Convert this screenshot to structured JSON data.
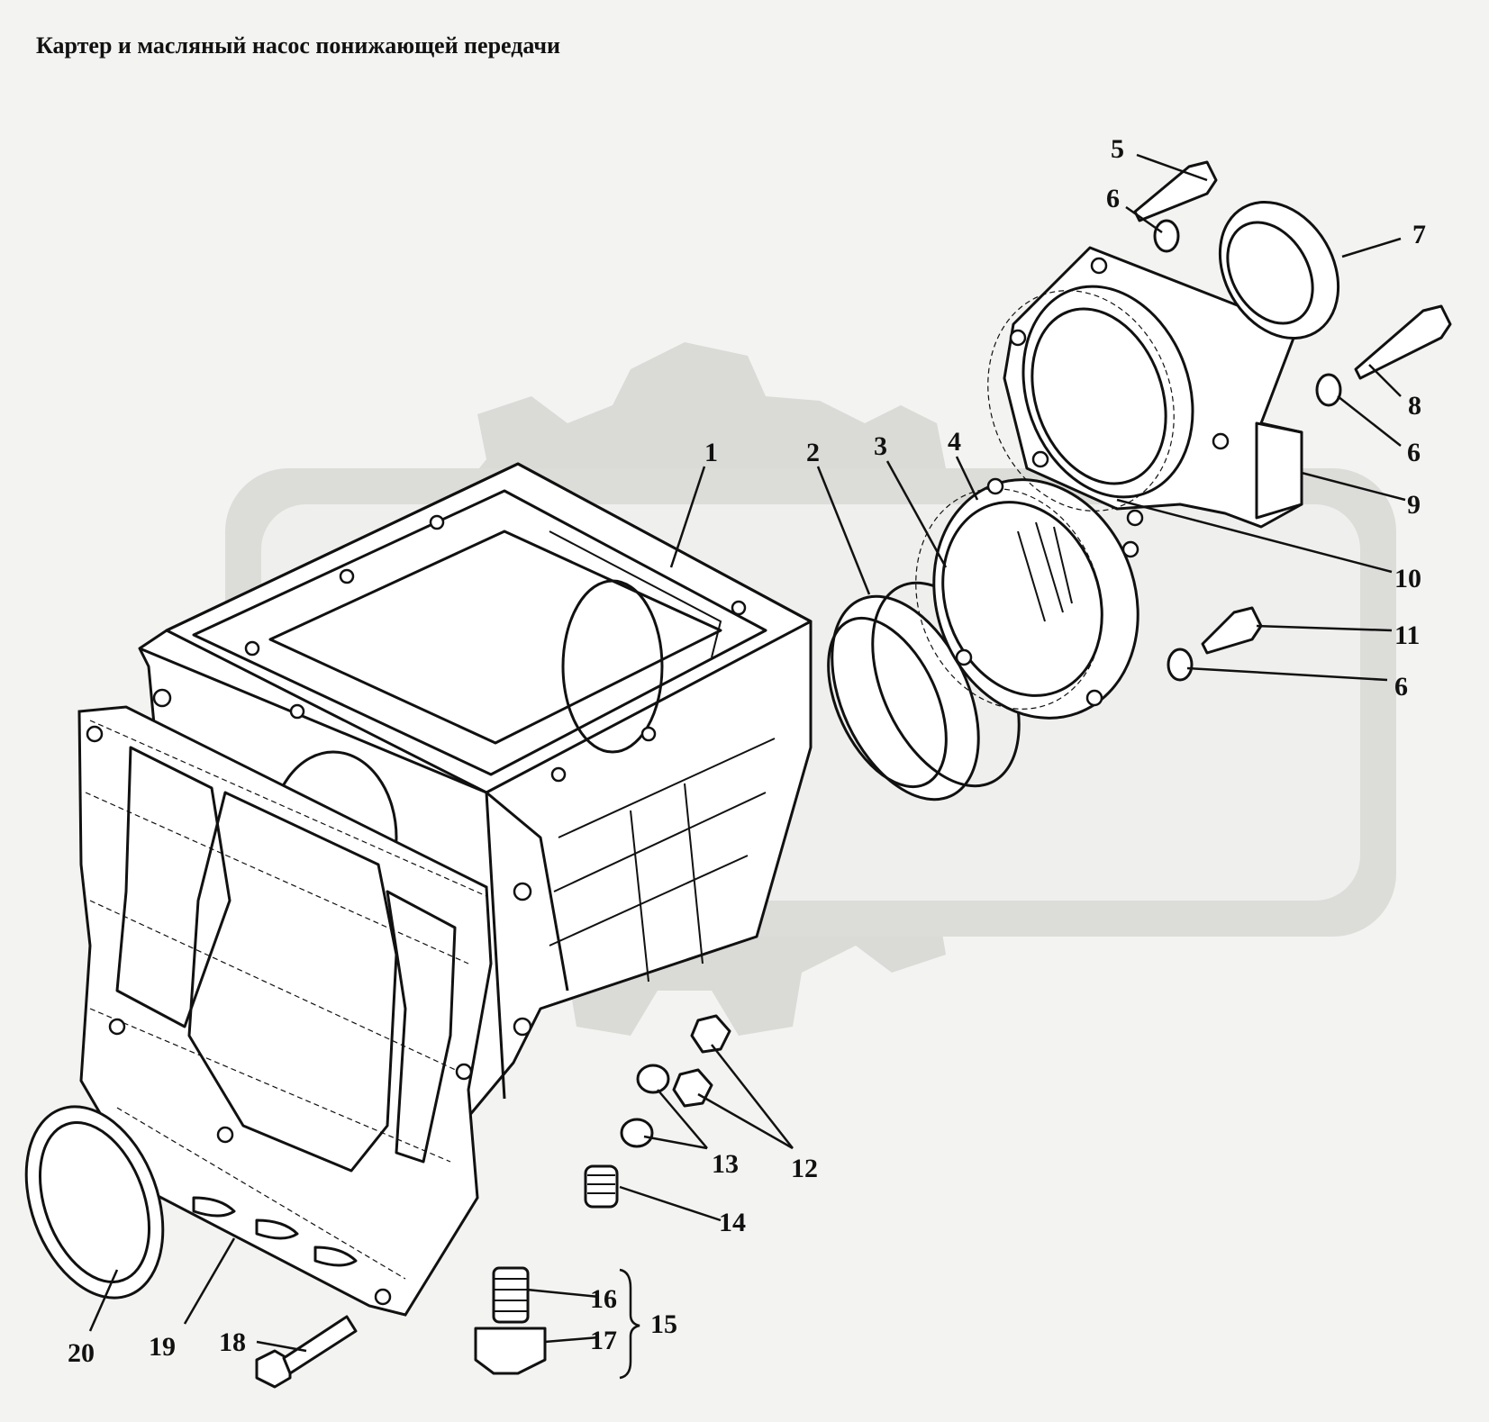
{
  "title": "Картер и масляный насос понижающей передачи",
  "callouts": [
    {
      "id": "1",
      "label": "1"
    },
    {
      "id": "2",
      "label": "2"
    },
    {
      "id": "3",
      "label": "3"
    },
    {
      "id": "4",
      "label": "4"
    },
    {
      "id": "5",
      "label": "5"
    },
    {
      "id": "6a",
      "label": "6"
    },
    {
      "id": "7",
      "label": "7"
    },
    {
      "id": "8",
      "label": "8"
    },
    {
      "id": "6b",
      "label": "6"
    },
    {
      "id": "9",
      "label": "9"
    },
    {
      "id": "10",
      "label": "10"
    },
    {
      "id": "11",
      "label": "11"
    },
    {
      "id": "6c",
      "label": "6"
    },
    {
      "id": "13",
      "label": "13"
    },
    {
      "id": "12",
      "label": "12"
    },
    {
      "id": "14",
      "label": "14"
    },
    {
      "id": "16",
      "label": "16"
    },
    {
      "id": "15",
      "label": "15"
    },
    {
      "id": "17",
      "label": "17"
    },
    {
      "id": "20",
      "label": "20"
    },
    {
      "id": "19",
      "label": "19"
    },
    {
      "id": "18",
      "label": "18"
    }
  ],
  "watermark": {
    "color": "#d9d9d6",
    "icon": "gear-logo-icon"
  }
}
